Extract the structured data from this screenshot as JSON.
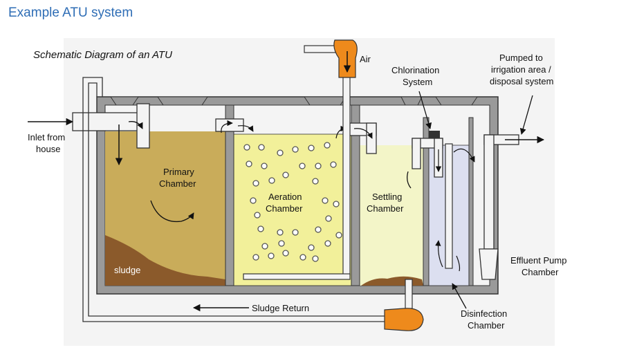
{
  "page_title": "Example ATU system",
  "diagram": {
    "title": "Schematic Diagram of an ATU",
    "labels": {
      "inlet": [
        "Inlet from",
        "house"
      ],
      "primary": [
        "Primary",
        "Chamber"
      ],
      "sludge": "sludge",
      "aeration": [
        "Aeration",
        "Chamber"
      ],
      "settling": [
        "Settling",
        "Chamber"
      ],
      "air": "Air",
      "chlorination": [
        "Chlorination",
        "System"
      ],
      "pumped": [
        "Pumped to",
        "irrigation area /",
        "disposal system"
      ],
      "effluent": [
        "Effluent Pump",
        "Chamber"
      ],
      "disinfection": [
        "Disinfection",
        "Chamber"
      ],
      "sludge_return": "Sludge Return"
    },
    "colors": {
      "tank_wall": "#8c8c8c",
      "primary_liquid": "#c9ac5a",
      "sludge": "#8b5a2b",
      "aeration_liquid": "#f2f09a",
      "settling_liquid": "#f3f5c8",
      "disinfection_liquid": "#dcdff0",
      "pump": "#ee8a1c",
      "title": "#2e6db5"
    }
  }
}
